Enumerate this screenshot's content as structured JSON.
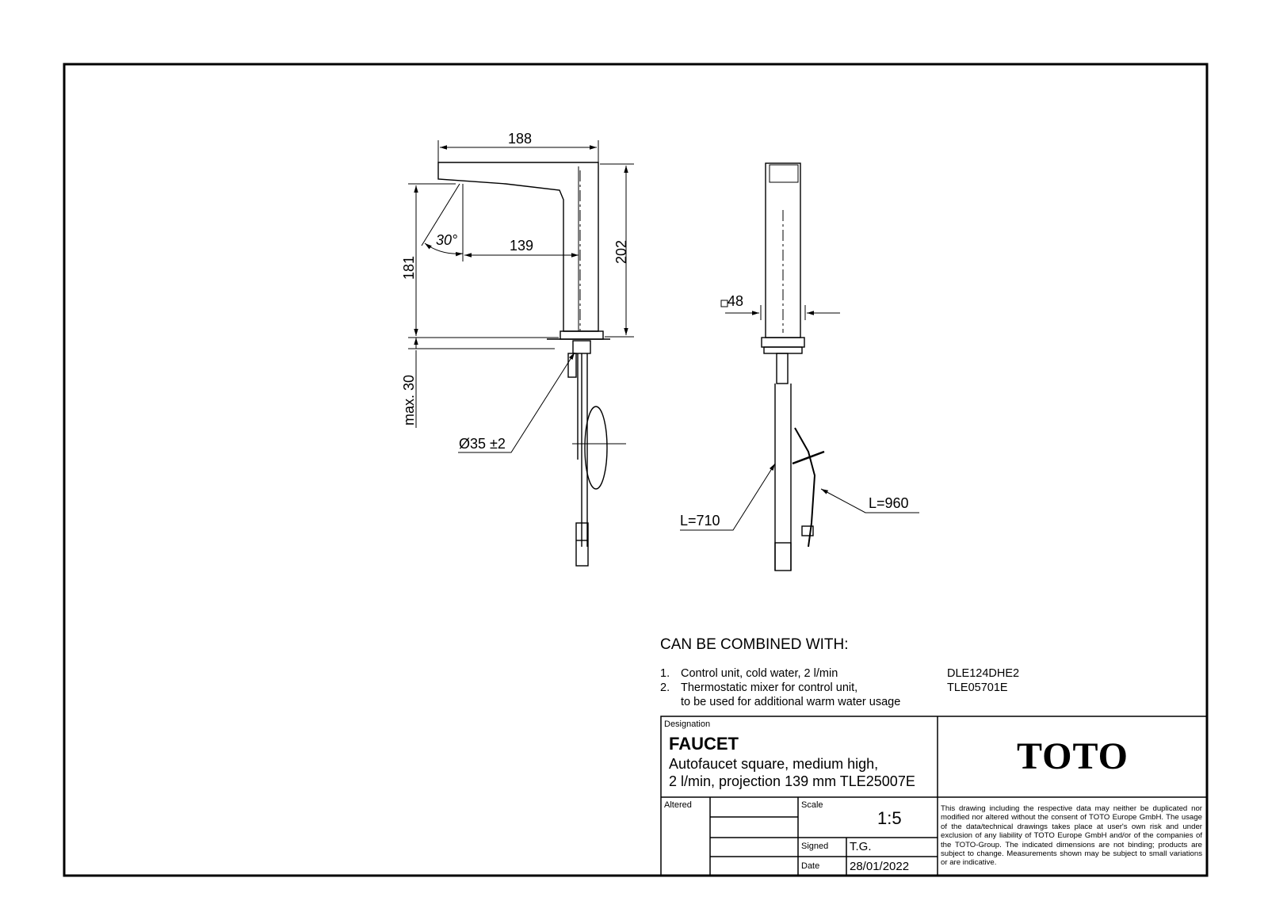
{
  "dimensions": {
    "width_188": "188",
    "height_202": "202",
    "height_181": "181",
    "projection_139": "139",
    "angle": "30°",
    "max_30": "max. 30",
    "diameter": "Ø35 ±2",
    "square_48": "48",
    "length_710": "L=710",
    "length_960": "L=960"
  },
  "combined": {
    "heading": "CAN BE COMBINED WITH:",
    "items": [
      {
        "num": "1.",
        "text": "Control unit, cold water, 2 l/min",
        "code": "DLE124DHE2"
      },
      {
        "num": "2.",
        "text": "Thermostatic mixer for control unit,",
        "code": "TLE05701E"
      },
      {
        "num": "",
        "text": "to be used for additional warm water usage",
        "code": ""
      }
    ]
  },
  "title_block": {
    "designation_label": "Designation",
    "title": "FAUCET",
    "description_line1": "Autofaucet square, medium high,",
    "description_line2": "2 l/min, projection 139 mm TLE25007E",
    "logo": "TOTO",
    "altered_label": "Altered",
    "scale_label": "Scale",
    "scale_value": "1:5",
    "signed_label": "Signed",
    "signed_value": "T.G.",
    "date_label": "Date",
    "date_value": "28/01/2022",
    "disclaimer": "This drawing including the respective data may neither be duplicated nor modified nor altered without the consent of TOTO Europe GmbH. The usage of the data/technical drawings takes place at user's own risk and under exclusion of any liability of TOTO Europe GmbH and/or of the companies of the TOTO-Group. The indicated dimensions are not binding; products are subject to change. Measurements shown may be subject to small variations or are indicative."
  }
}
